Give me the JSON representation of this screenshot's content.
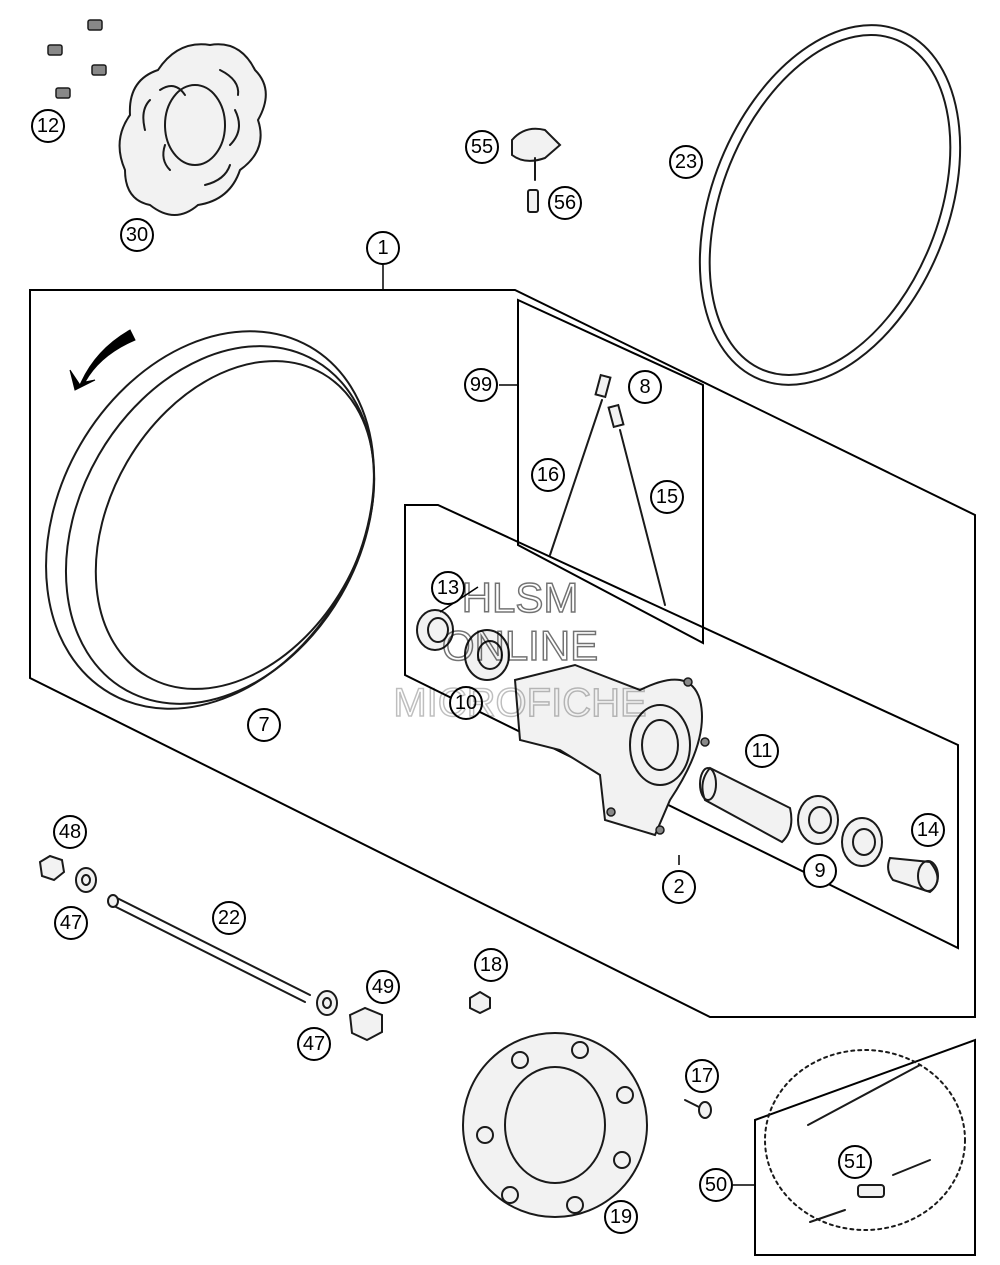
{
  "callouts": [
    {
      "id": "c1",
      "label": "1"
    },
    {
      "id": "c2",
      "label": "2"
    },
    {
      "id": "c7",
      "label": "7"
    },
    {
      "id": "c8",
      "label": "8"
    },
    {
      "id": "c9",
      "label": "9"
    },
    {
      "id": "c10",
      "label": "10"
    },
    {
      "id": "c11",
      "label": "11"
    },
    {
      "id": "c12",
      "label": "12"
    },
    {
      "id": "c13",
      "label": "13"
    },
    {
      "id": "c14",
      "label": "14"
    },
    {
      "id": "c15",
      "label": "15"
    },
    {
      "id": "c16",
      "label": "16"
    },
    {
      "id": "c17",
      "label": "17"
    },
    {
      "id": "c18",
      "label": "18"
    },
    {
      "id": "c19",
      "label": "19"
    },
    {
      "id": "c22",
      "label": "22"
    },
    {
      "id": "c23",
      "label": "23"
    },
    {
      "id": "c30",
      "label": "30"
    },
    {
      "id": "c47a",
      "label": "47"
    },
    {
      "id": "c47b",
      "label": "47"
    },
    {
      "id": "c48",
      "label": "48"
    },
    {
      "id": "c49",
      "label": "49"
    },
    {
      "id": "c50",
      "label": "50"
    },
    {
      "id": "c51",
      "label": "51"
    },
    {
      "id": "c55",
      "label": "55"
    },
    {
      "id": "c56",
      "label": "56"
    },
    {
      "id": "c99",
      "label": "99"
    }
  ],
  "watermark": {
    "line1": "HLSM",
    "line2": "ONLINE",
    "line3": "MICROFICHE"
  }
}
